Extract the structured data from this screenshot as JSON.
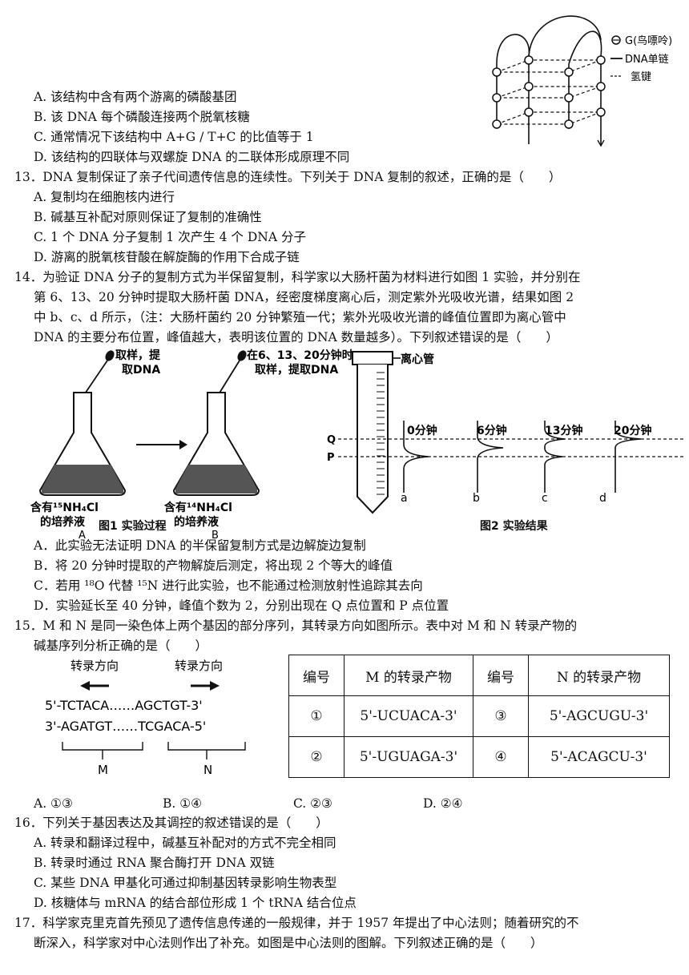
{
  "q12": {
    "options": [
      "A. 该结构中含有两个游离的磷酸基团",
      "B. 该 DNA 每个磷酸连接两个脱氧核糖",
      "C. 通常情况下该结构中 A+G / T+C 的比值等于 1",
      "D. 该结构的四联体与双螺旋 DNA 的二联体形成原理不同"
    ],
    "legend": [
      "G(鸟嘌呤)",
      "DNA单链",
      "氢键"
    ]
  },
  "q13": {
    "stem": "13．DNA 复制保证了亲子代间遗传信息的连续性。下列关于 DNA 复制的叙述，正确的是（　　）",
    "options": [
      "A. 复制均在细胞核内进行",
      "B. 碱基互补配对原则保证了复制的准确性",
      "C. 1 个 DNA 分子复制 1 次产生 4 个 DNA 分子",
      "D. 游离的脱氧核苷酸在解旋酶的作用下合成子链"
    ]
  },
  "q14": {
    "stem": [
      "14．为验证 DNA 分子的复制方式为半保留复制，科学家以大肠杆菌为材料进行如图 1 实验，并分别在",
      "第 6、13、20 分钟时提取大肠杆菌 DNA，经密度梯度离心后，测定紫外光吸收光谱，结果如图 2",
      "中 b、c、d 所示，（注：大肠杆菌约 20 分钟繁殖一代；紫外光吸收光谱的峰值位置即为离心管中",
      "DNA 的主要分布位置，峰值越大，表明该位置的 DNA 数量越多）。下列叙述错误的是（　　）"
    ],
    "fig1": {
      "pipette1": [
        "取样，提",
        "取DNA"
      ],
      "pipette2": [
        "在6、13、20分钟时",
        "取样，提取DNA"
      ],
      "flaskA": [
        "含有¹⁵NH₄Cl",
        "的培养液",
        "A"
      ],
      "flaskB": [
        "含有¹⁴NH₄Cl",
        "的培养液",
        "B"
      ],
      "caption": "图1  实验过程"
    },
    "fig2": {
      "tube_label": "离心管",
      "Q": "Q",
      "P": "P",
      "times": [
        "0分钟",
        "6分钟",
        "13分钟",
        "20分钟"
      ],
      "letters": [
        "a",
        "b",
        "c",
        "d"
      ],
      "caption": "图2  实验结果"
    },
    "options": [
      "A．此实验无法证明 DNA 的半保留复制方式是边解旋边复制",
      "B．将 20 分钟时提取的产物解旋后测定，将出现 2 个等大的峰值",
      "C．若用 ¹⁸O 代替 ¹⁵N 进行此实验，也不能通过检测放射性追踪其去向",
      "D．实验延长至 40 分钟，峰值个数为 2，分别出现在 Q 点位置和 P 点位置"
    ]
  },
  "q15": {
    "stem": [
      "15．M 和 N 是同一染色体上两个基因的部分序列，其转录方向如图所示。表中对 M  和 N 转录产物的",
      "碱基序列分析正确的是（　　）"
    ],
    "seq": {
      "dir_left": "转录方向",
      "dir_right": "转录方向",
      "strand1": "5'-TCTACA……AGCTGT-3'",
      "strand2": "3'-AGATGT……TCGACA-5'",
      "M": "M",
      "N": "N"
    },
    "table": {
      "headers": [
        "编号",
        "M 的转录产物",
        "编号",
        "N 的转录产物"
      ],
      "rows": [
        [
          "①",
          "5'-UCUACA-3'",
          "③",
          "5'-AGCUGU-3'"
        ],
        [
          "②",
          "5'-UGUAGA-3'",
          "④",
          "5'-ACAGCU-3'"
        ]
      ]
    },
    "answers": [
      "A. ①③",
      "B. ①④",
      "C. ②③",
      "D. ②④"
    ]
  },
  "q16": {
    "stem": "16．下列关于基因表达及其调控的叙述错误的是（　　）",
    "options": [
      "A. 转录和翻译过程中，碱基互补配对的方式不完全相同",
      "B. 转录时通过 RNA 聚合酶打开 DNA 双链",
      "C. 某些 DNA 甲基化可通过抑制基因转录影响生物表型",
      "D. 核糖体与 mRNA 的结合部位形成 1 个 tRNA 结合位点"
    ]
  },
  "q17": {
    "stem": [
      "17．科学家克里克首先预见了遗传信息传递的一般规律，并于 1957 年提出了中心法则；随着研究的不",
      "断深入，科学家对中心法则作出了补充。如图是中心法则的图解。下列叙述正确的是（　　）"
    ]
  }
}
